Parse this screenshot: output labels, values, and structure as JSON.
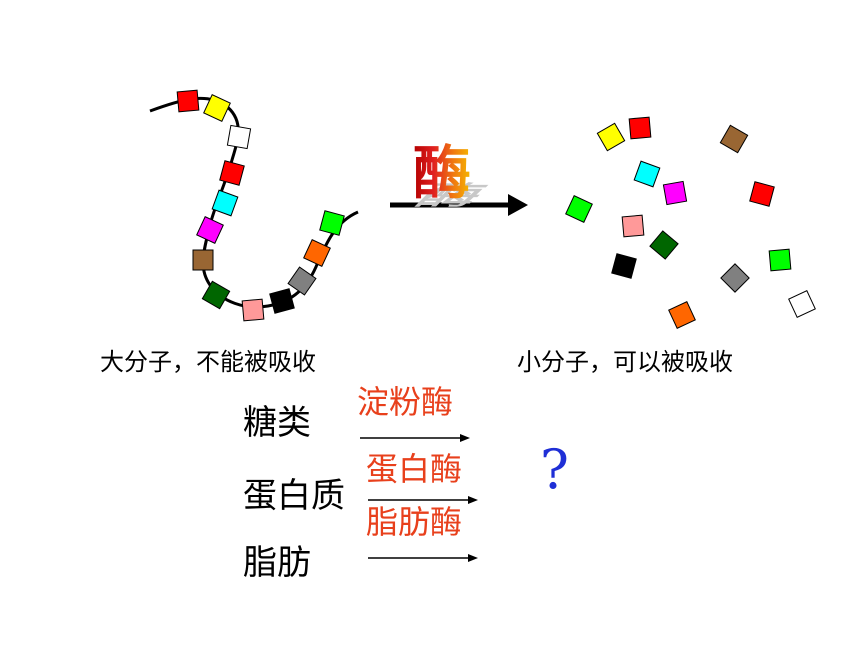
{
  "enzyme_label": "酶",
  "captions": {
    "large": "大分子，不能被吸收",
    "small": "小分子，可以被吸收"
  },
  "reactions": [
    {
      "substrate": "糖类",
      "enzyme": "淀粉酶"
    },
    {
      "substrate": "蛋白质",
      "enzyme": "蛋白酶"
    },
    {
      "substrate": "脂肪",
      "enzyme": "脂肪酶"
    }
  ],
  "question_mark": "?",
  "colors": {
    "red": "#ff0000",
    "yellow": "#ffff00",
    "white": "#ffffff",
    "cyan": "#00ffff",
    "magenta": "#ff00ff",
    "brown": "#996633",
    "green": "#006600",
    "pink": "#ff9999",
    "black": "#000000",
    "gray": "#808080",
    "orange": "#ff6600",
    "lime": "#00ff00",
    "enzyme_text": "#e8401c",
    "question": "#1f2fd6"
  },
  "chain_colors": [
    "red",
    "yellow",
    "white",
    "red",
    "cyan",
    "magenta",
    "brown",
    "green",
    "pink",
    "black",
    "gray",
    "orange",
    "lime"
  ],
  "scattered_colors": [
    "yellow",
    "red",
    "brown",
    "cyan",
    "magenta",
    "red",
    "lime",
    "pink",
    "green",
    "black",
    "lime",
    "gray",
    "orange",
    "white"
  ]
}
